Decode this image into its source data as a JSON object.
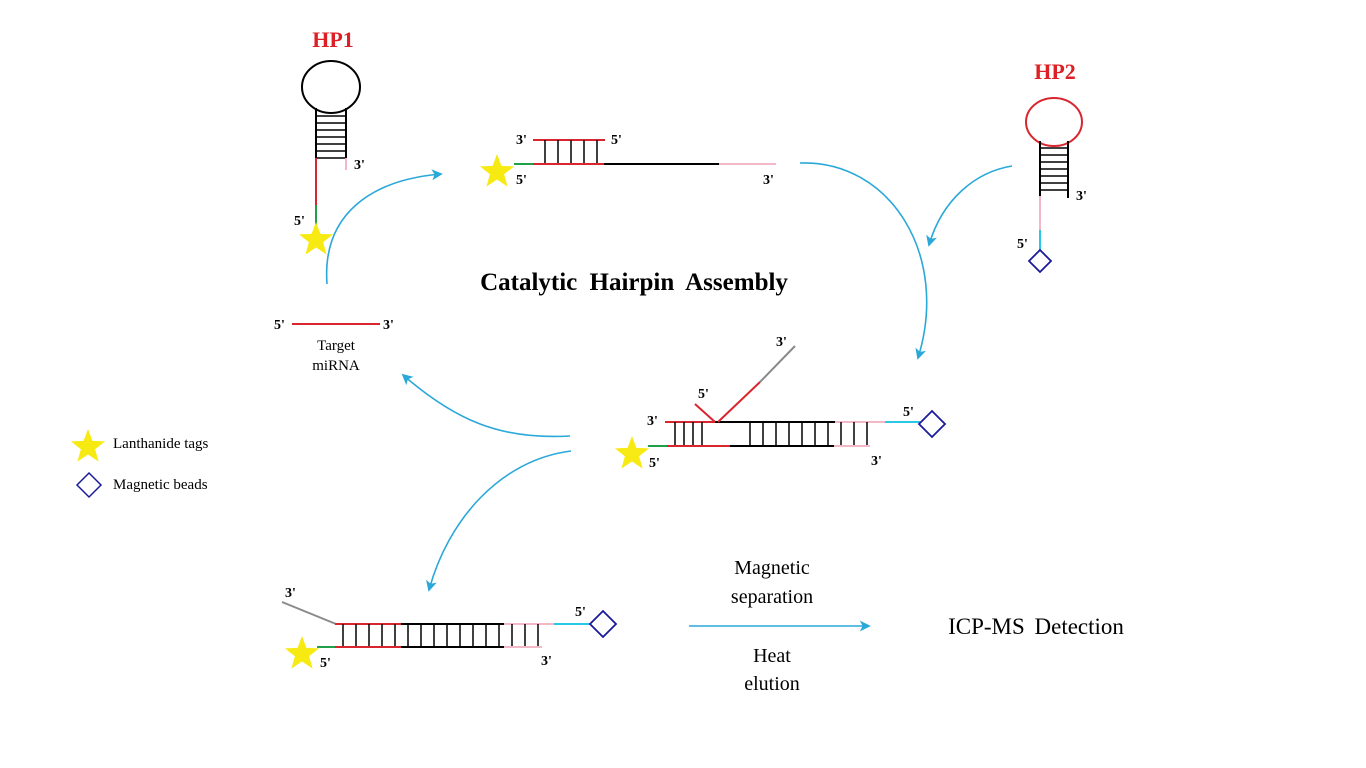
{
  "colors": {
    "red": "#d9262e",
    "black": "#000000",
    "pink": "#f2b8c8",
    "green": "#21a04a",
    "cyan": "#29c8e6",
    "gray": "#8a8a8a",
    "arrow": "#2aa8d8",
    "star": "#f7ea13",
    "bead": "#1a1a9c",
    "hp_label": "#dd1f26"
  },
  "labels": {
    "hp1": "HP1",
    "hp2": "HP2",
    "title": "Catalytic  Hairpin  Assembly",
    "target_line1": "Target",
    "target_line2": "miRNA",
    "legend_lanthanide": "Lanthanide tags",
    "legend_magnetic": "Magnetic beads",
    "magnetic_line1": "Magnetic",
    "magnetic_line2": "separation",
    "heat_line1": "Heat",
    "heat_line2": "elution",
    "detection": "ICP-MS  Detection"
  },
  "ends": {
    "five": "5'",
    "three": "3'"
  },
  "icons": {
    "tag": "star-icon",
    "bead": "diamond-icon",
    "arrow": "curved-arrow-icon"
  }
}
